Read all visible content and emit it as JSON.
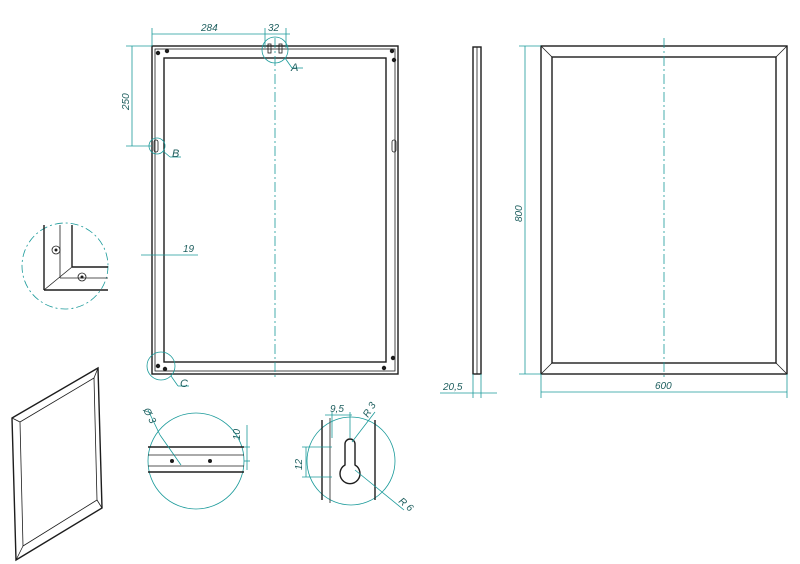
{
  "dimensions": {
    "frame_half_width": "284",
    "hanger_width": "32",
    "hanger_offset": "250",
    "frame_profile": "19",
    "depth": "20,5",
    "total_height": "800",
    "total_width": "600",
    "hole_diameter": "Ø 3",
    "hole_offset": "10",
    "slot_width": "9,5",
    "slot_top_radius": "R 3",
    "slot_bottom_radius": "R 6",
    "slot_height": "12"
  },
  "labels": {
    "detail_a": "A",
    "detail_b": "B",
    "detail_c": "C"
  },
  "colors": {
    "outline": "#1d1d1d",
    "dimension": "#1a9a9a",
    "text": "#1d5e5e"
  }
}
